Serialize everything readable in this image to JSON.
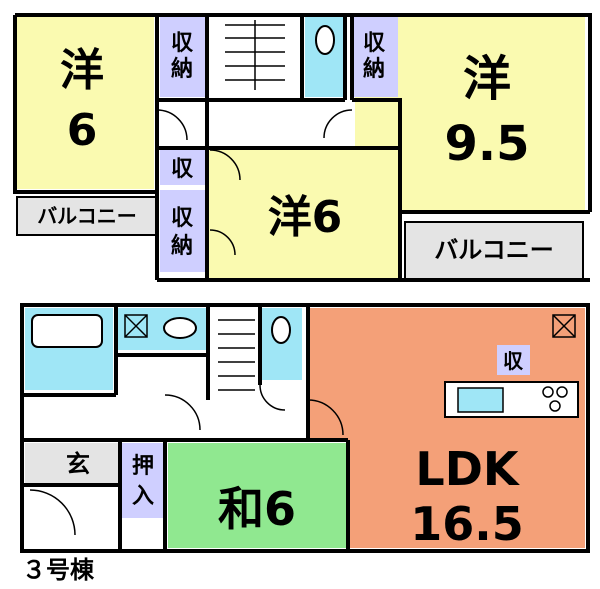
{
  "upper_floor": {
    "room_west": {
      "kind": "洋",
      "size": "6"
    },
    "room_east": {
      "kind": "洋",
      "size": "9.5"
    },
    "room_center": {
      "label": "洋6"
    },
    "storage_labels": {
      "closet_a": [
        "収",
        "納"
      ],
      "closet_b": [
        "収",
        "納"
      ],
      "closet_c_short": "収",
      "closet_d": [
        "収",
        "納"
      ]
    },
    "balcony_west": "バルコニー",
    "balcony_east": "バルコニー"
  },
  "lower_floor": {
    "ldk": {
      "name": "LDK",
      "size": "16.5"
    },
    "washitsu": {
      "label": "和6"
    },
    "entrance": "玄",
    "oshiire": [
      "押",
      "入"
    ],
    "kitchen_storage": "収"
  },
  "building_label": "３号棟",
  "colors": {
    "yellow_room": "#fafab0",
    "green_room": "#90e890",
    "ldk_room": "#f4a078",
    "storage": "#cfcfff",
    "water": "#9fe6f6",
    "balcony": "#e4e4e4",
    "wall": "#000000"
  }
}
